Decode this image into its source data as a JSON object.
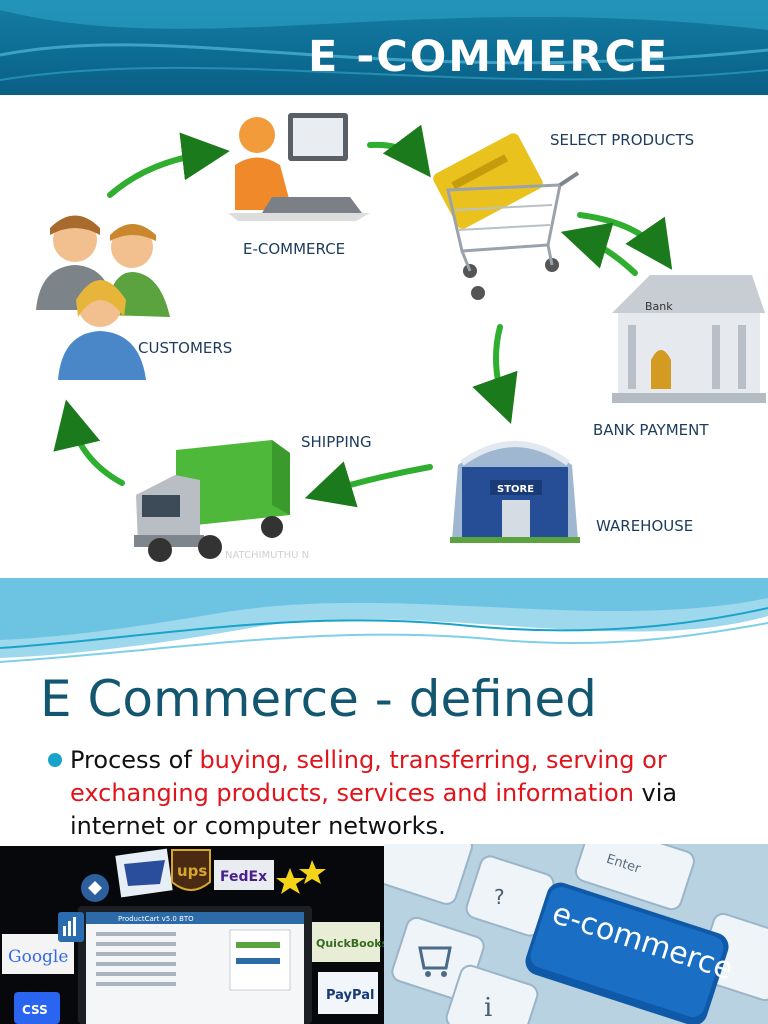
{
  "slide1": {
    "title": "E -COMMERCE",
    "labels": {
      "ecommerce": "E-COMMERCE",
      "select_products": "SELECT PRODUCTS",
      "customers": "CUSTOMERS",
      "bank_payment": "BANK PAYMENT",
      "shipping": "SHIPPING",
      "warehouse": "WAREHOUSE"
    },
    "bank_sign": "Bank",
    "store_sign": "STORE",
    "watermark": "NATCHIMUTHU N",
    "colors": {
      "header": "#0d6d94",
      "label": "#1d3b5c",
      "arrow": "#2fae2f"
    }
  },
  "slide2": {
    "title": "E Commerce - defined",
    "bullet": {
      "part1": "Process of ",
      "red1": "buying, selling, transferring,",
      "red2": "serving or exchanging products, services and",
      "red3": "information",
      "part2": " via internet or computer",
      "part3": "networks."
    },
    "logos": {
      "google": "Google",
      "ups": "ups",
      "fedex": "FedEx",
      "quickbooks": "QuickBooks",
      "paypal": "PayPal",
      "css": "CSS",
      "productcart": "ProductCart v5.0 BTO"
    },
    "keyboard": {
      "ecommerce_key": "e-commerce",
      "enter_key": "Enter"
    },
    "colors": {
      "title": "#13566f",
      "highlight": "#e1141b",
      "bullet": "#1aa3c9"
    }
  }
}
